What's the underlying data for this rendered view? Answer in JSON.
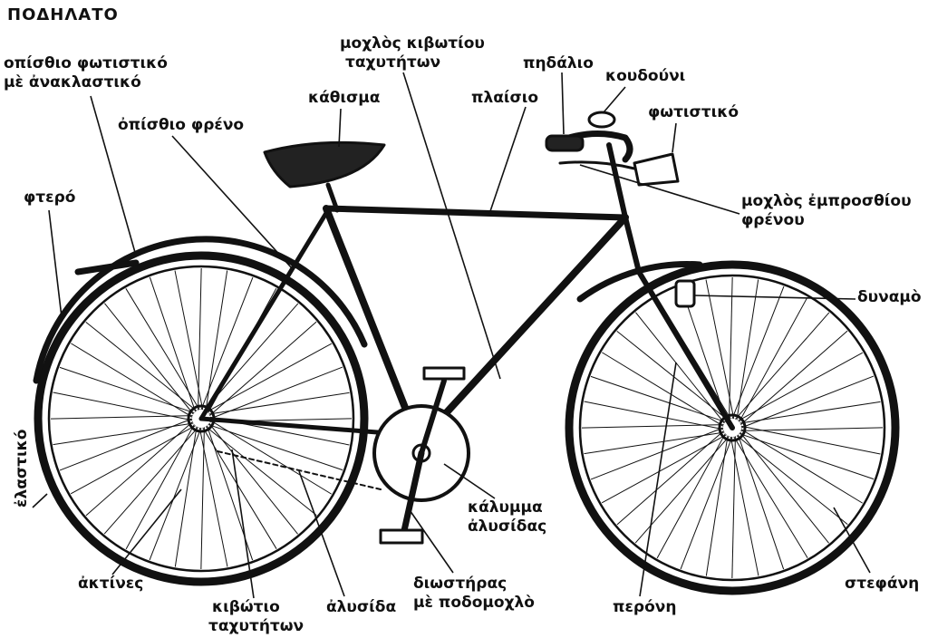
{
  "title": "ΠΟΔΗΛΑΤΟ",
  "labels": {
    "rear_light": [
      "οπίσθιο φωτιστικό",
      "μὲ ἀνακλαστικό"
    ],
    "gear_lever": [
      "μοχλὸς κιβωτίου",
      "ταχυτήτων"
    ],
    "handlebar": "πηδάλιο",
    "bell": "κουδούνι",
    "saddle": "κάθισμα",
    "frame": "πλαίσιο",
    "headlight": "φωτιστικό",
    "rear_brake": "ὀπίσθιο φρένο",
    "front_brake_lever": [
      "μοχλὸς ἐμπροσθίου",
      "φρένου"
    ],
    "mudguard": "φτερό",
    "dynamo": "δυναμὸ",
    "tyre": "ἐλαστικό",
    "chain_cover": [
      "κάλυμμα",
      "ἀλυσίδας"
    ],
    "spokes": "ἀκτίνες",
    "gearbox": [
      "κιβώτιο",
      "ταχυτήτων"
    ],
    "chain": "ἀλυσίδα",
    "crank": [
      "διωστήρας",
      "μὲ ποδομοχλὸ"
    ],
    "fork": "περόνη",
    "rim": "στεφάνη"
  },
  "style": {
    "ink": "#111111",
    "paper": "#ffffff"
  }
}
